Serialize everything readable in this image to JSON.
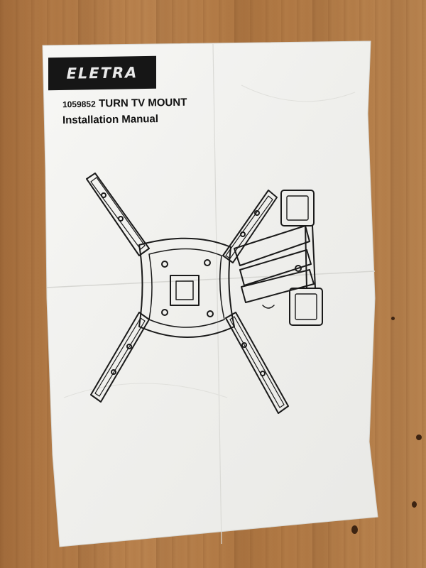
{
  "document": {
    "brand": "ELETRA",
    "model_number": "1059852",
    "product_name": "TURN TV MOUNT",
    "subtitle": "Installation Manual"
  },
  "colors": {
    "table_wood": "#b07a46",
    "paper": "#f4f4f2",
    "ink": "#161616"
  }
}
